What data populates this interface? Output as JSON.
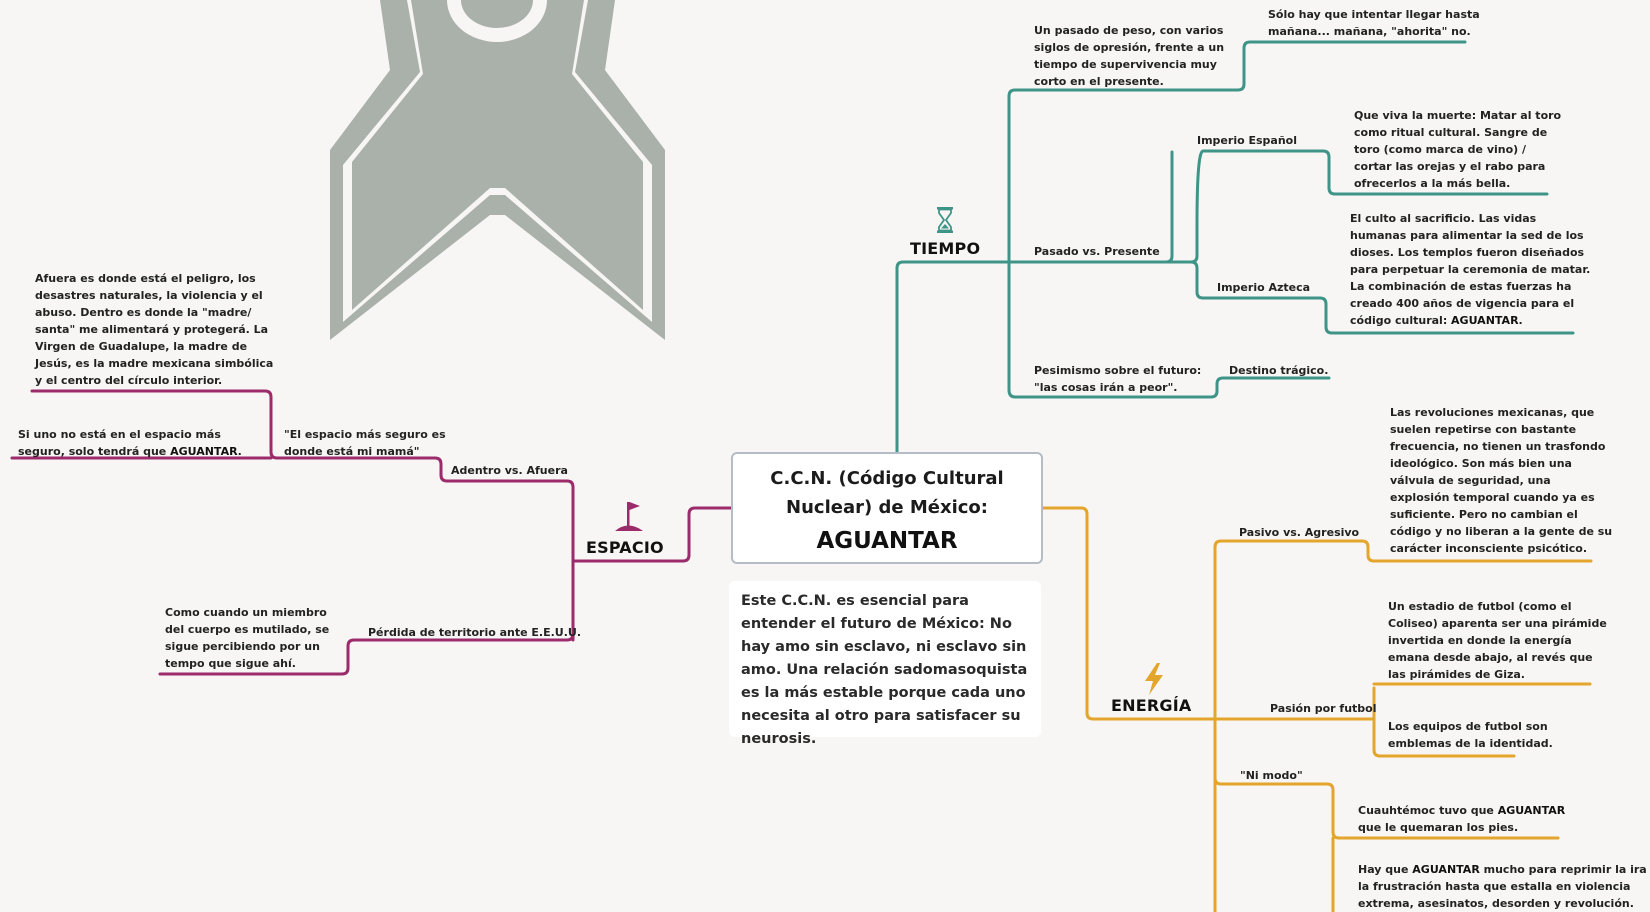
{
  "colors": {
    "tiempo": "#3f9488",
    "espacio": "#9b2b6a",
    "energia": "#e3a52c",
    "figure": "#aab0aa"
  },
  "central": {
    "line1": "C.C.N. (Código Cultural",
    "line2": "Nuclear) de México:",
    "title": "AGUANTAR"
  },
  "note": "Este C.C.N. es esencial para entender el futuro de México: No hay amo sin esclavo, ni esclavo sin amo. Una relación sadomasoquista es la más estable porque cada uno necesita al otro para satisfacer su neurosis.",
  "topics": {
    "tiempo": {
      "label": "TIEMPO",
      "icon": "hourglass-icon"
    },
    "espacio": {
      "label": "ESPACIO",
      "icon": "flag-icon"
    },
    "energia": {
      "label": "ENERGÍA",
      "icon": "lightning-icon"
    }
  },
  "tiempo": {
    "pasado_peso": [
      "Un pasado de peso, con varios",
      "siglos de opresión, frente a un",
      "tiempo de supervivencia muy",
      "corto en el presente."
    ],
    "llegar_manana": [
      "Sólo hay que intentar llegar hasta",
      "mañana... mañana, \"ahorita\" no."
    ],
    "pasado_presente": "Pasado vs. Presente",
    "imperio_espanol": "Imperio Español",
    "muerte": [
      "Que viva la muerte: Matar al toro",
      "como ritual cultural. Sangre de",
      "toro (como marca de vino) /",
      "cortar las orejas y el rabo para",
      "ofrecerlos a la más bella."
    ],
    "imperio_azteca": "Imperio Azteca",
    "sacrificio": [
      "El culto al sacrificio. Las vidas",
      "humanas para alimentar la sed de los",
      "dioses. Los templos fueron diseñados",
      "para perpetuar la ceremonia de matar.",
      "La combinación de estas fuerzas ha",
      "creado 400 años de vigencia para el"
    ],
    "sacrificio_last_pre": "código cultural: ",
    "sacrificio_last_bold": "AGUANTAR",
    "sacrificio_last_post": ".",
    "pesimismo": [
      "Pesimismo sobre el futuro:",
      "\"las cosas irán a peor\"."
    ],
    "destino": "Destino trágico."
  },
  "espacio": {
    "afuera": [
      "Afuera es donde está el peligro, los",
      "desastres naturales, la violencia y el",
      "abuso. Dentro es donde la \"madre/",
      "santa\" me alimentará y protegerá. La",
      "Virgen de Guadalupe, la madre de",
      "Jesús, es la madre mexicana simbólica",
      "y el centro del círculo interior."
    ],
    "seguro_line1": "Si uno no está en el espacio más",
    "seguro_pre": "seguro, solo tendrá que ",
    "seguro_bold": "AGUANTAR",
    "seguro_post": ".",
    "mama": [
      "\"El espacio más seguro es",
      "donde está mi mamá\""
    ],
    "adentro_afuera": "Adentro vs. Afuera",
    "perdida": "Pérdida de territorio ante E.E.U.U.",
    "mutilado": [
      "Como cuando un miembro",
      "del cuerpo es mutilado, se",
      "sigue percibiendo por un",
      "tempo que sigue ahí."
    ]
  },
  "energia": {
    "pasivo": "Pasivo vs. Agresivo",
    "revoluciones": [
      "Las revoluciones mexicanas, que",
      "suelen repetirse con bastante",
      "frecuencia, no tienen un trasfondo",
      "ideológico. Son más bien una",
      "válvula de seguridad, una",
      "explosión temporal cuando ya es",
      "suficiente. Pero no cambian el",
      "código y no liberan a la gente de su",
      "carácter inconsciente psicótico."
    ],
    "pasion": "Pasión por futbol",
    "estadio": [
      "Un estadio de futbol (como el",
      "Coliseo) aparenta ser una pirámide",
      "invertida en donde la energía",
      "emana desde abajo, al revés que",
      "las pirámides de Giza."
    ],
    "equipos": [
      "Los equipos de futbol son",
      "emblemas de la identidad."
    ],
    "ni_modo": "\"Ni modo\"",
    "cuauhtemoc_pre": "Cuauhtémoc tuvo que ",
    "cuauhtemoc_bold": "AGUANTAR",
    "cuauhtemoc_line2": "que le quemaran los pies.",
    "reprimir_pre": "Hay que ",
    "reprimir_bold": "AGUANTAR",
    "reprimir_post": " mucho para reprimir la ira y",
    "reprimir_line2": "la frustración hasta que estalla en violencia",
    "reprimir_line3": "extrema, asesinatos, desorden y revolución."
  }
}
